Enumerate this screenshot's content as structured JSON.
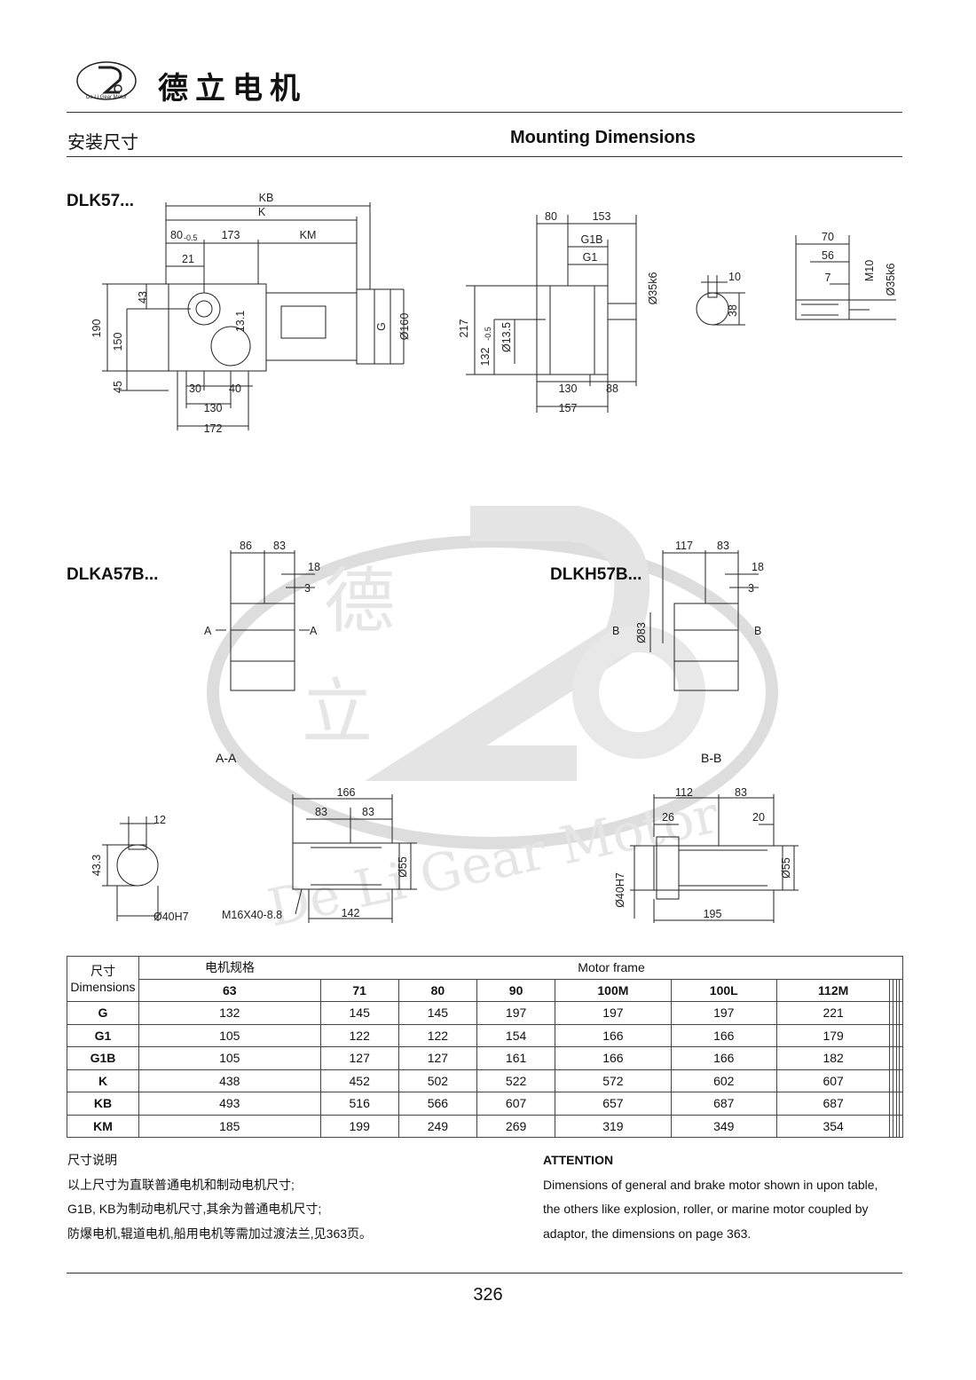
{
  "header": {
    "logo_cn": "德立电机",
    "logo_seal_text": "De Li Gear Motor",
    "section_cn": "安装尺寸",
    "section_en": "Mounting Dimensions"
  },
  "drawings": {
    "model_1": "DLK57...",
    "model_2": "DLKA57B...",
    "model_3": "DLKH57B...",
    "section_aa": "A-A",
    "section_bb": "B-B",
    "watermark_cn_1": "德",
    "watermark_cn_2": "立",
    "watermark_en": "De Li Gear Motor",
    "side_view": {
      "kb": "KB",
      "k": "K",
      "d80": "80",
      "tol_05": "-0.5",
      "d173": "173",
      "km": "KM",
      "d21": "21",
      "d43": "43",
      "d190": "190",
      "d150": "150",
      "d45": "45",
      "d131": "13.1",
      "g": "G",
      "d160": "Ø160",
      "d30": "30",
      "d40": "40",
      "d130": "130",
      "d172": "172"
    },
    "front_view": {
      "d80": "80",
      "d153": "153",
      "g1b": "G1B",
      "g1": "G1",
      "d35k6": "Ø35k6",
      "d217": "217",
      "d132": "132",
      "tol_05": "-0.5",
      "d135": "Ø13.5",
      "d130": "130",
      "d88": "88",
      "d157": "157"
    },
    "shaft_key": {
      "d10": "10",
      "d38": "38"
    },
    "shaft_end": {
      "d70": "70",
      "d56": "56",
      "d7": "7",
      "m10": "M10",
      "d35k6": "Ø35k6"
    },
    "dlka": {
      "d86": "86",
      "d83": "83",
      "d18": "18",
      "d3": "3",
      "a": "A"
    },
    "dlkh": {
      "d117": "117",
      "d83": "83",
      "d18": "18",
      "d3": "3",
      "b": "B",
      "d83dia": "Ø83"
    },
    "hollow_aa": {
      "d12": "12",
      "d433": "43.3",
      "d40h7": "Ø40H7",
      "d166": "166",
      "d83a": "83",
      "d83b": "83",
      "d55": "Ø55",
      "m16": "M16X40-8.8",
      "d142": "142"
    },
    "hollow_bb": {
      "d112": "112",
      "d83": "83",
      "d26": "26",
      "d20": "20",
      "d55": "Ø55",
      "d40h7": "Ø40H7",
      "d195": "195"
    }
  },
  "table": {
    "header_cn": "尺寸",
    "header_en": "Dimensions",
    "motor_cn": "电机规格",
    "motor_en": "Motor frame",
    "motors": [
      "63",
      "71",
      "80",
      "90",
      "100M",
      "100L",
      "112M",
      "",
      "",
      "",
      ""
    ],
    "rows": [
      {
        "label": "G",
        "values": [
          "132",
          "145",
          "145",
          "197",
          "197",
          "197",
          "221",
          "",
          "",
          "",
          ""
        ]
      },
      {
        "label": "G1",
        "values": [
          "105",
          "122",
          "122",
          "154",
          "166",
          "166",
          "179",
          "",
          "",
          "",
          ""
        ]
      },
      {
        "label": "G1B",
        "values": [
          "105",
          "127",
          "127",
          "161",
          "166",
          "166",
          "182",
          "",
          "",
          "",
          ""
        ]
      },
      {
        "label": "K",
        "values": [
          "438",
          "452",
          "502",
          "522",
          "572",
          "602",
          "607",
          "",
          "",
          "",
          ""
        ]
      },
      {
        "label": "KB",
        "values": [
          "493",
          "516",
          "566",
          "607",
          "657",
          "687",
          "687",
          "",
          "",
          "",
          ""
        ]
      },
      {
        "label": "KM",
        "values": [
          "185",
          "199",
          "249",
          "269",
          "319",
          "349",
          "354",
          "",
          "",
          "",
          ""
        ]
      }
    ]
  },
  "notes_cn": {
    "title": "尺寸说明",
    "line1": "以上尺寸为直联普通电机和制动电机尺寸;",
    "line2": "G1B, KB为制动电机尺寸,其余为普通电机尺寸;",
    "line3": "防爆电机,辊道电机,船用电机等需加过渡法兰,见363页。"
  },
  "notes_en": {
    "title": "ATTENTION",
    "line1": "Dimensions of general and brake motor shown in upon table,",
    "line2": "the others like explosion, roller, or marine motor coupled by",
    "line3": "adaptor, the dimensions on page 363."
  },
  "footer": {
    "page_number": "326"
  }
}
